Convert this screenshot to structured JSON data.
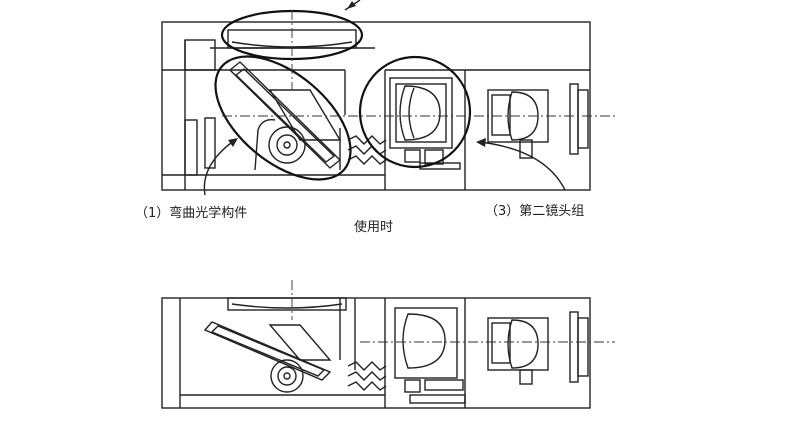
{
  "labels": {
    "part1": "（1）弯曲光学构件",
    "part3": "（3）第二镜头组",
    "state_in_use": "使用时"
  }
}
